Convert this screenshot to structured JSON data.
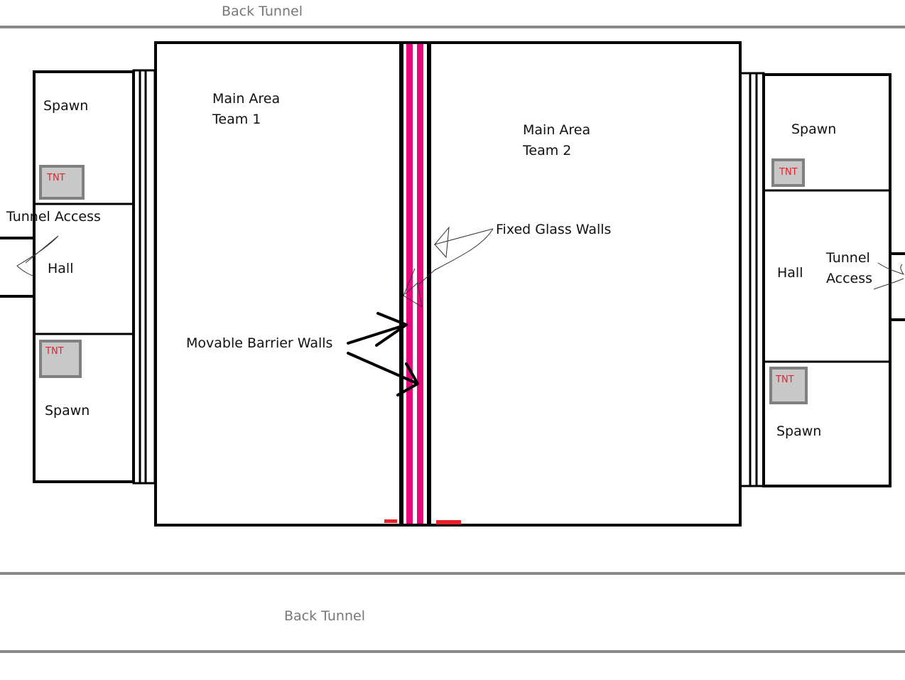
{
  "labels": {
    "back_tunnel_top": "Back Tunnel",
    "back_tunnel_bottom": "Back Tunnel",
    "main_area_1_line1": "Main Area",
    "main_area_1_line2": "Team 1",
    "main_area_2_line1": "Main Area",
    "main_area_2_line2": "Team 2",
    "fixed_glass_walls": "Fixed Glass Walls",
    "movable_barrier_walls": "Movable Barrier Walls",
    "left_spawn_top": "Spawn",
    "left_spawn_bottom": "Spawn",
    "left_tunnel_access": "Tunnel Access",
    "left_hall": "Hall",
    "right_spawn_top": "Spawn",
    "right_spawn_bottom": "Spawn",
    "right_hall": "Hall",
    "right_tunnel_access_line1": "Tunnel",
    "right_tunnel_access_line2": "Access",
    "tnt_left_top": "TNT",
    "tnt_left_bottom": "TNT",
    "tnt_right_top": "TNT",
    "tnt_right_bottom": "TNT"
  },
  "colors": {
    "wall": "#000000",
    "barrier": "#e8097e",
    "tunnel_line": "#888888",
    "tnt_fill": "#c8c8c8",
    "tnt_border": "#808080",
    "tnt_text": "#e8202a",
    "marker": "#e8202a"
  }
}
